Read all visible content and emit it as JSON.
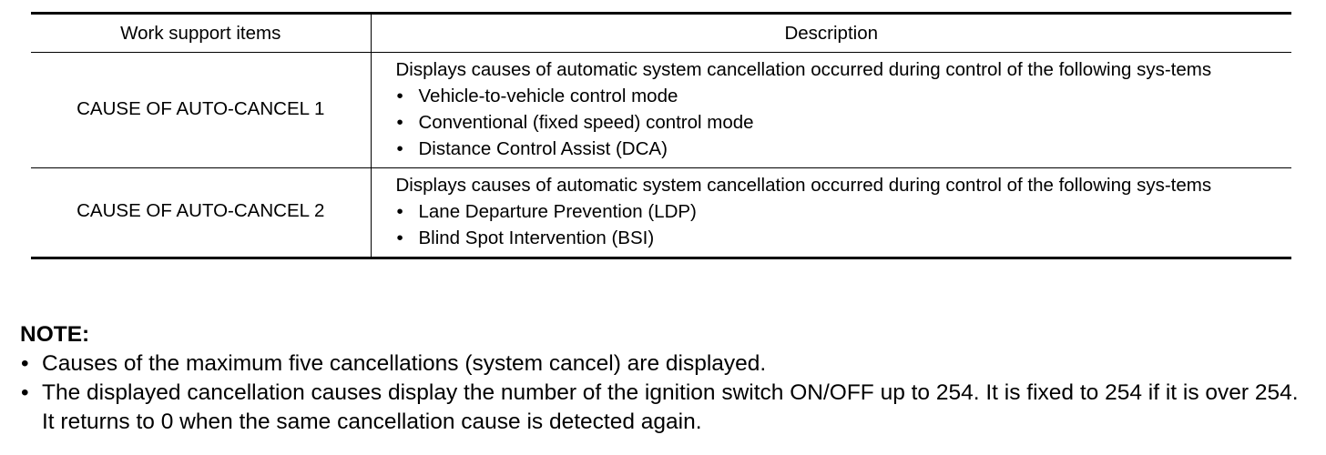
{
  "table": {
    "headers": [
      "Work support items",
      "Description"
    ],
    "rows": [
      {
        "item": "CAUSE OF AUTO-CANCEL 1",
        "description": "Displays causes of automatic system cancellation occurred during control of the following sys-tems",
        "bullets": [
          "Vehicle-to-vehicle control mode",
          "Conventional (fixed speed) control mode",
          "Distance Control Assist (DCA)"
        ]
      },
      {
        "item": "CAUSE OF AUTO-CANCEL 2",
        "description": "Displays causes of automatic system cancellation occurred during control of the following sys-tems",
        "bullets": [
          "Lane Departure Prevention (LDP)",
          "Blind Spot Intervention (BSI)"
        ]
      }
    ]
  },
  "note": {
    "title": "NOTE:",
    "items": [
      "Causes of the maximum five cancellations (system cancel) are displayed.",
      "The displayed cancellation causes display the number of the ignition switch ON/OFF up to 254. It is fixed to 254 if it is over 254. It returns to 0 when the same cancellation cause is detected again."
    ]
  }
}
